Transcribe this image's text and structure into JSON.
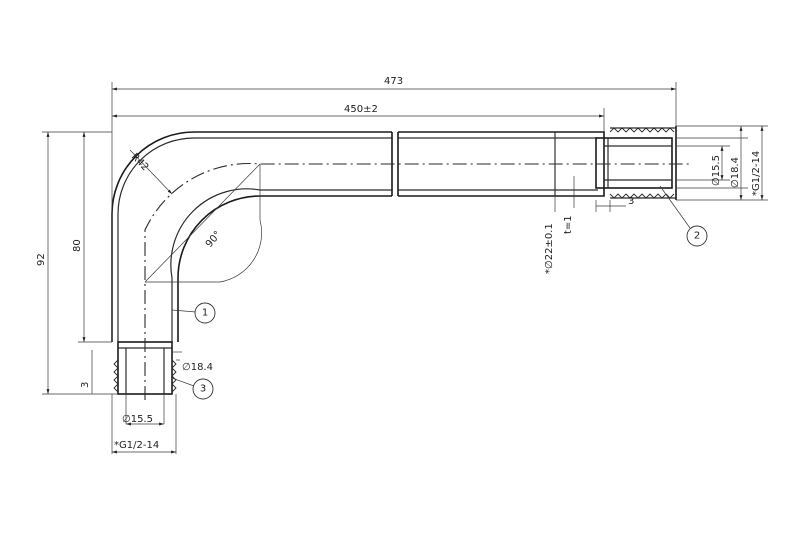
{
  "dimensions": {
    "overall_length": "473",
    "tube_length": "450±2",
    "radius": "R42",
    "bend_angle": "90°",
    "overall_height": "92",
    "bend_height": "80",
    "end_offset": "3",
    "fitting_length": "3",
    "wall_thickness": "t=1",
    "tube_od": "*∅22±0.1",
    "bore_dia": "∅15.5",
    "thread_minor": "∅18.4",
    "thread_spec": "*G1/2-14"
  },
  "callouts": [
    "1",
    "2",
    "3"
  ]
}
